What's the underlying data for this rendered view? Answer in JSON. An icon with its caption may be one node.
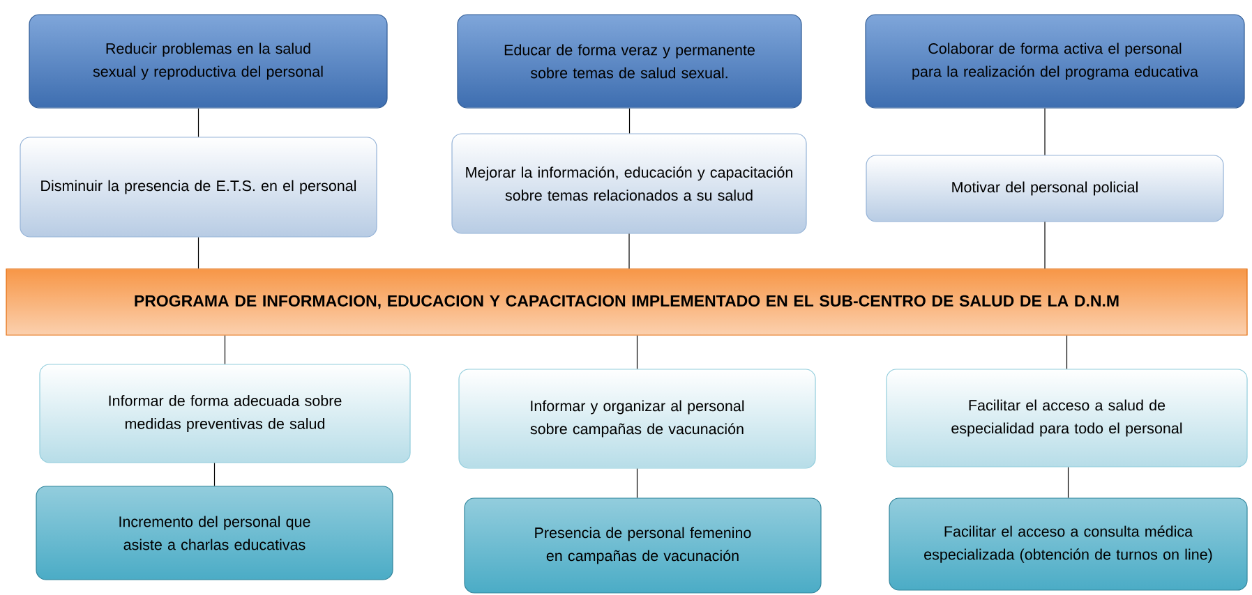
{
  "diagram": {
    "nodes": [
      {
        "text": [
          "Reducir  problemas en la salud sexual y reproductiva del personal"
        ]
      },
      {
        "text": [
          "Educar de forma  veraz y permanente sobre temas de salud sexual."
        ]
      },
      {
        "text": [
          "Colaborar  de forma  activa el personal para la realización del programa educativa"
        ]
      },
      {
        "text": [
          "Disminuir la  presencia de E.T.S. en el personal"
        ]
      },
      {
        "text": [
          "Mejorar la información, educación y capacitación  sobre temas relacionados a su salud"
        ]
      },
      {
        "text": [
          "Motivar del personal policial"
        ]
      },
      {
        "text": [
          "PROGRAMA DE INFORMACION, EDUCACION Y CAPACITACION IMPLEMENTADO EN EL SUB-CENTRO DE SALUD DE LA  D.N.M"
        ]
      },
      {
        "text": [
          "Informar de forma  adecuada sobre medidas preventivas de salud"
        ]
      },
      {
        "text": [
          "Informar  y organizar al personal sobre campañas de  vacunación"
        ]
      },
      {
        "text": [
          "Facilitar  el acceso a salud de especialidad para todo el personal"
        ]
      },
      {
        "text": [
          "Incremento  del personal que asiste a charlas educativas"
        ]
      },
      {
        "text": [
          "Presencia de personal femenino en campañas de vacunación"
        ]
      },
      {
        "text": [
          "Facilitar el  acceso a consulta médica especializada (obtención de turnos on line)"
        ]
      }
    ],
    "edges": [
      {
        "from": 0,
        "to": 3,
        "arrow": "none"
      },
      {
        "from": 1,
        "to": 4,
        "arrow": "none"
      },
      {
        "from": 2,
        "to": 5,
        "arrow": "none"
      },
      {
        "from": 3,
        "to": 6,
        "arrow": "none"
      },
      {
        "from": 4,
        "to": 6,
        "arrow": "none"
      },
      {
        "from": 5,
        "to": 6,
        "arrow": "none"
      },
      {
        "from": 6,
        "to": 7,
        "arrow": "none"
      },
      {
        "from": 6,
        "to": 8,
        "arrow": "none"
      },
      {
        "from": 6,
        "to": 9,
        "arrow": "none"
      },
      {
        "from": 7,
        "to": 10,
        "arrow": "none"
      },
      {
        "from": 8,
        "to": 11,
        "arrow": "none"
      },
      {
        "from": 9,
        "to": 12,
        "arrow": "none"
      }
    ]
  }
}
